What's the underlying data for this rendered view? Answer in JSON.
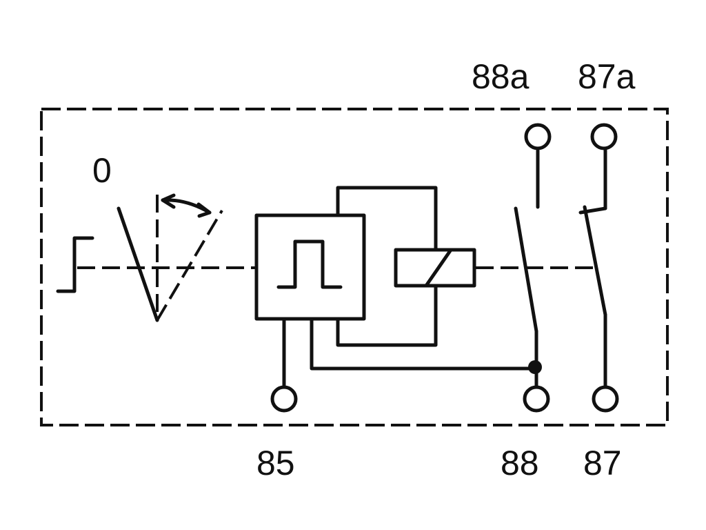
{
  "diagram": {
    "terminals": {
      "t88a": "88a",
      "t87a": "87a",
      "t85": "85",
      "t88": "88",
      "t87": "87"
    },
    "switch_position_label": "0",
    "ink_color": "#111111",
    "background_color": "#ffffff"
  }
}
